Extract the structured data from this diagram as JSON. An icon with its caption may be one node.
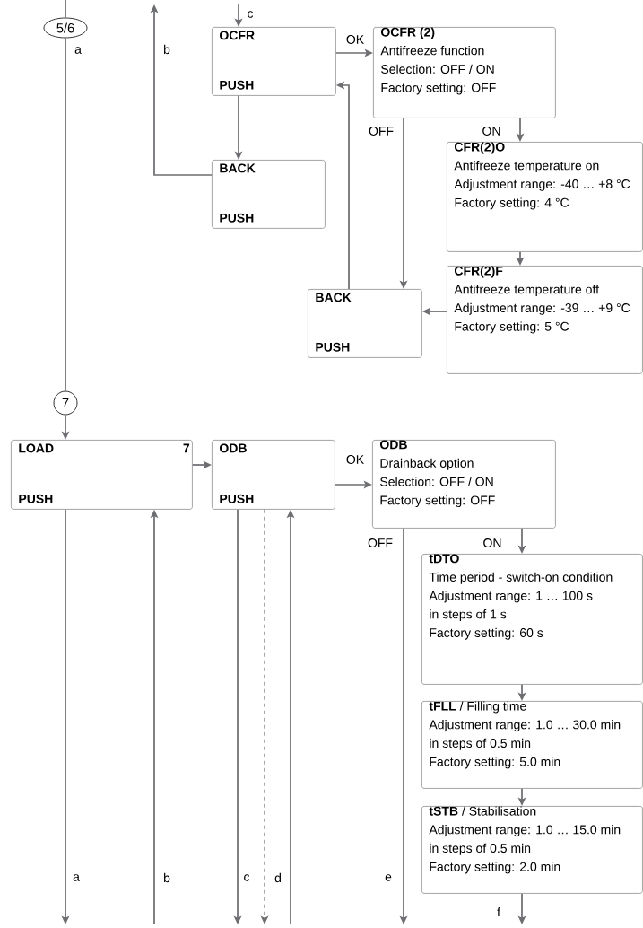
{
  "diagram": {
    "nodes": [
      {
        "text": [
          "5/6"
        ]
      },
      {
        "text": [
          "OCFR",
          "PUSH"
        ]
      },
      {
        "text": [
          "OCFR (2)",
          "Antifreeze function",
          "Selection: OFF / ON",
          "Factory setting: OFF"
        ]
      },
      {
        "text": [
          "BACK",
          "PUSH"
        ]
      },
      {
        "text": [
          "CFR(2)O",
          "Antifreeze temperature on",
          "Adjustment range: -40 … +8 °C",
          "Factory setting: 4 °C"
        ]
      },
      {
        "text": [
          "CFR(2)F",
          "Antifreeze temperature off",
          "Adjustment range: -39 … +9 °C",
          "Factory setting: 5 °C"
        ]
      },
      {
        "text": [
          "BACK",
          "PUSH"
        ]
      },
      {
        "text": [
          "7"
        ]
      },
      {
        "text": [
          "LOAD",
          "7",
          "PUSH"
        ]
      },
      {
        "text": [
          "ODB",
          "PUSH"
        ]
      },
      {
        "text": [
          "ODB",
          "Drainback option",
          "Selection: OFF / ON",
          "Factory setting: OFF"
        ]
      },
      {
        "text": [
          "tDTO",
          "Time period - switch-on condition",
          "Adjustment range: 1 … 100 s",
          "in steps of 1 s",
          "Factory setting: 60 s"
        ]
      },
      {
        "text": [
          "**tFLL** / Filling time",
          "Adjustment range: 1.0 … 30.0 min",
          "in steps of 0.5 min",
          "Factory setting: 5.0 min"
        ]
      },
      {
        "text": [
          "**tSTB** / Stabilisation",
          "Adjustment range: 1.0 … 15.0 min",
          "in steps of 0.5 min",
          "Factory setting: 2.0 min"
        ]
      }
    ],
    "edges": [
      {
        "from": null,
        "to": 1,
        "arrow": "to",
        "label": "c"
      },
      {
        "from": null,
        "to": 0,
        "arrow": "none"
      },
      {
        "from": 0,
        "to": 7,
        "arrow": "none",
        "label": "a"
      },
      {
        "from": 3,
        "to": null,
        "arrow": "to",
        "label": "b"
      },
      {
        "from": 1,
        "to": 2,
        "arrow": "to",
        "label": "OK"
      },
      {
        "from": 1,
        "to": 3,
        "arrow": "to"
      },
      {
        "from": 2,
        "to": 6,
        "arrow": "to",
        "label": "OFF"
      },
      {
        "from": 2,
        "to": 4,
        "arrow": "to",
        "label": "ON"
      },
      {
        "from": 4,
        "to": 5,
        "arrow": "to"
      },
      {
        "from": 5,
        "to": 6,
        "arrow": "to"
      },
      {
        "from": 6,
        "to": 1,
        "arrow": "to"
      },
      {
        "from": 7,
        "to": 8,
        "arrow": "to"
      },
      {
        "from": 8,
        "to": 9,
        "arrow": "to"
      },
      {
        "from": 8,
        "to": null,
        "arrow": "to",
        "label": "a"
      },
      {
        "from": null,
        "to": 8,
        "arrow": "to",
        "label": "b"
      },
      {
        "from": 9,
        "to": null,
        "arrow": "to",
        "label": "c"
      },
      {
        "from": 9,
        "to": null,
        "arrow": "to",
        "style": "dashed",
        "label": "d"
      },
      {
        "from": null,
        "to": 9,
        "arrow": "to"
      },
      {
        "from": 9,
        "to": 10,
        "arrow": "to",
        "label": "OK"
      },
      {
        "from": 10,
        "to": null,
        "arrow": "to",
        "label": "OFF"
      },
      {
        "from": 10,
        "to": 11,
        "arrow": "to",
        "label": "ON"
      },
      {
        "from": 11,
        "to": 12,
        "arrow": "to"
      },
      {
        "from": 12,
        "to": 13,
        "arrow": "to"
      },
      {
        "from": 13,
        "to": null,
        "arrow": "to",
        "label": "f"
      }
    ],
    "labels": [
      "e"
    ]
  }
}
